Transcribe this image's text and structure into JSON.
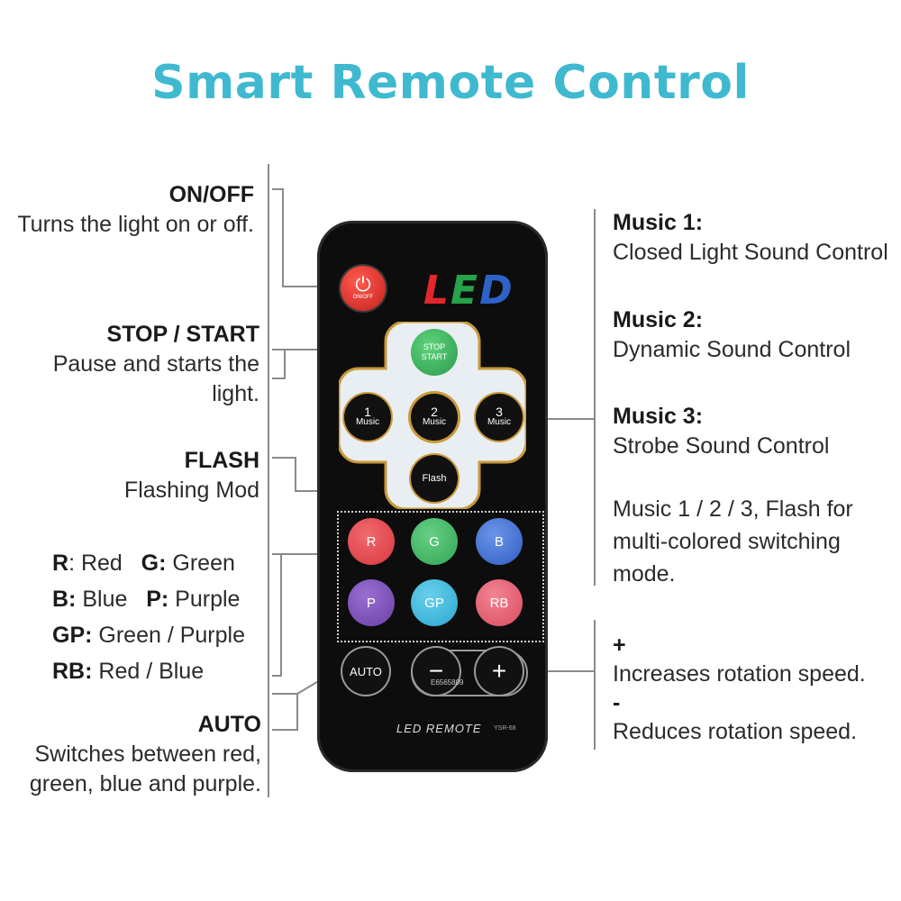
{
  "title": "Smart Remote Control",
  "labels": {
    "onoff": {
      "heading": "ON/OFF",
      "desc": "Turns the light on or off."
    },
    "stopstart": {
      "heading": "STOP / START",
      "desc1": "Pause and starts the",
      "desc2": "light."
    },
    "flash": {
      "heading": "FLASH",
      "desc": "Flashing Mod"
    },
    "colors": {
      "r_key": "R",
      "r_val": ": Red",
      "g_key": "G:",
      "g_val": " Green",
      "b_key": "B:",
      "b_val": " Blue",
      "p_key": "P:",
      "p_val": " Purple",
      "gp_key": "GP:",
      "gp_val": " Green / Purple",
      "rb_key": "RB:",
      "rb_val": " Red / Blue"
    },
    "auto": {
      "heading": "AUTO",
      "desc1": "Switches between red,",
      "desc2": "green, blue and purple."
    },
    "music1": {
      "heading": "Music 1:",
      "desc": "Closed Light Sound Control"
    },
    "music2": {
      "heading": "Music 2:",
      "desc": "Dynamic Sound Control"
    },
    "music3": {
      "heading": "Music 3:",
      "desc": "Strobe Sound Control"
    },
    "note": {
      "line1": "Music 1 / 2 / 3, Flash for",
      "line2": "multi-colored switching",
      "line3": "mode."
    },
    "speed": {
      "plus": "+",
      "plus_desc": "Increases rotation speed.",
      "minus": "-",
      "minus_desc": "Reduces rotation speed."
    }
  },
  "remote": {
    "logo_l": "L",
    "logo_e": "E",
    "logo_d": "D",
    "power_label": "ON/OFF",
    "stop_line1": "STOP",
    "stop_line2": "START",
    "music_num_1": "1",
    "music_num_2": "2",
    "music_num_3": "3",
    "music_word": "Music",
    "flash": "Flash",
    "color_buttons": [
      "R",
      "G",
      "B",
      "P",
      "GP",
      "RB"
    ],
    "auto": "AUTO",
    "minus": "−",
    "plus": "+",
    "barcode": "E6565809",
    "footer": "LED  REMOTE",
    "model": "YSR-68"
  },
  "colors": {
    "title": "#3fb9cf",
    "red": "#d9363e",
    "green": "#2fa552",
    "blue": "#2f5fc4",
    "purple": "#6a3fa6",
    "cyan": "#2aa7cf",
    "pink": "#d94a5f",
    "power": "#e0302f"
  }
}
